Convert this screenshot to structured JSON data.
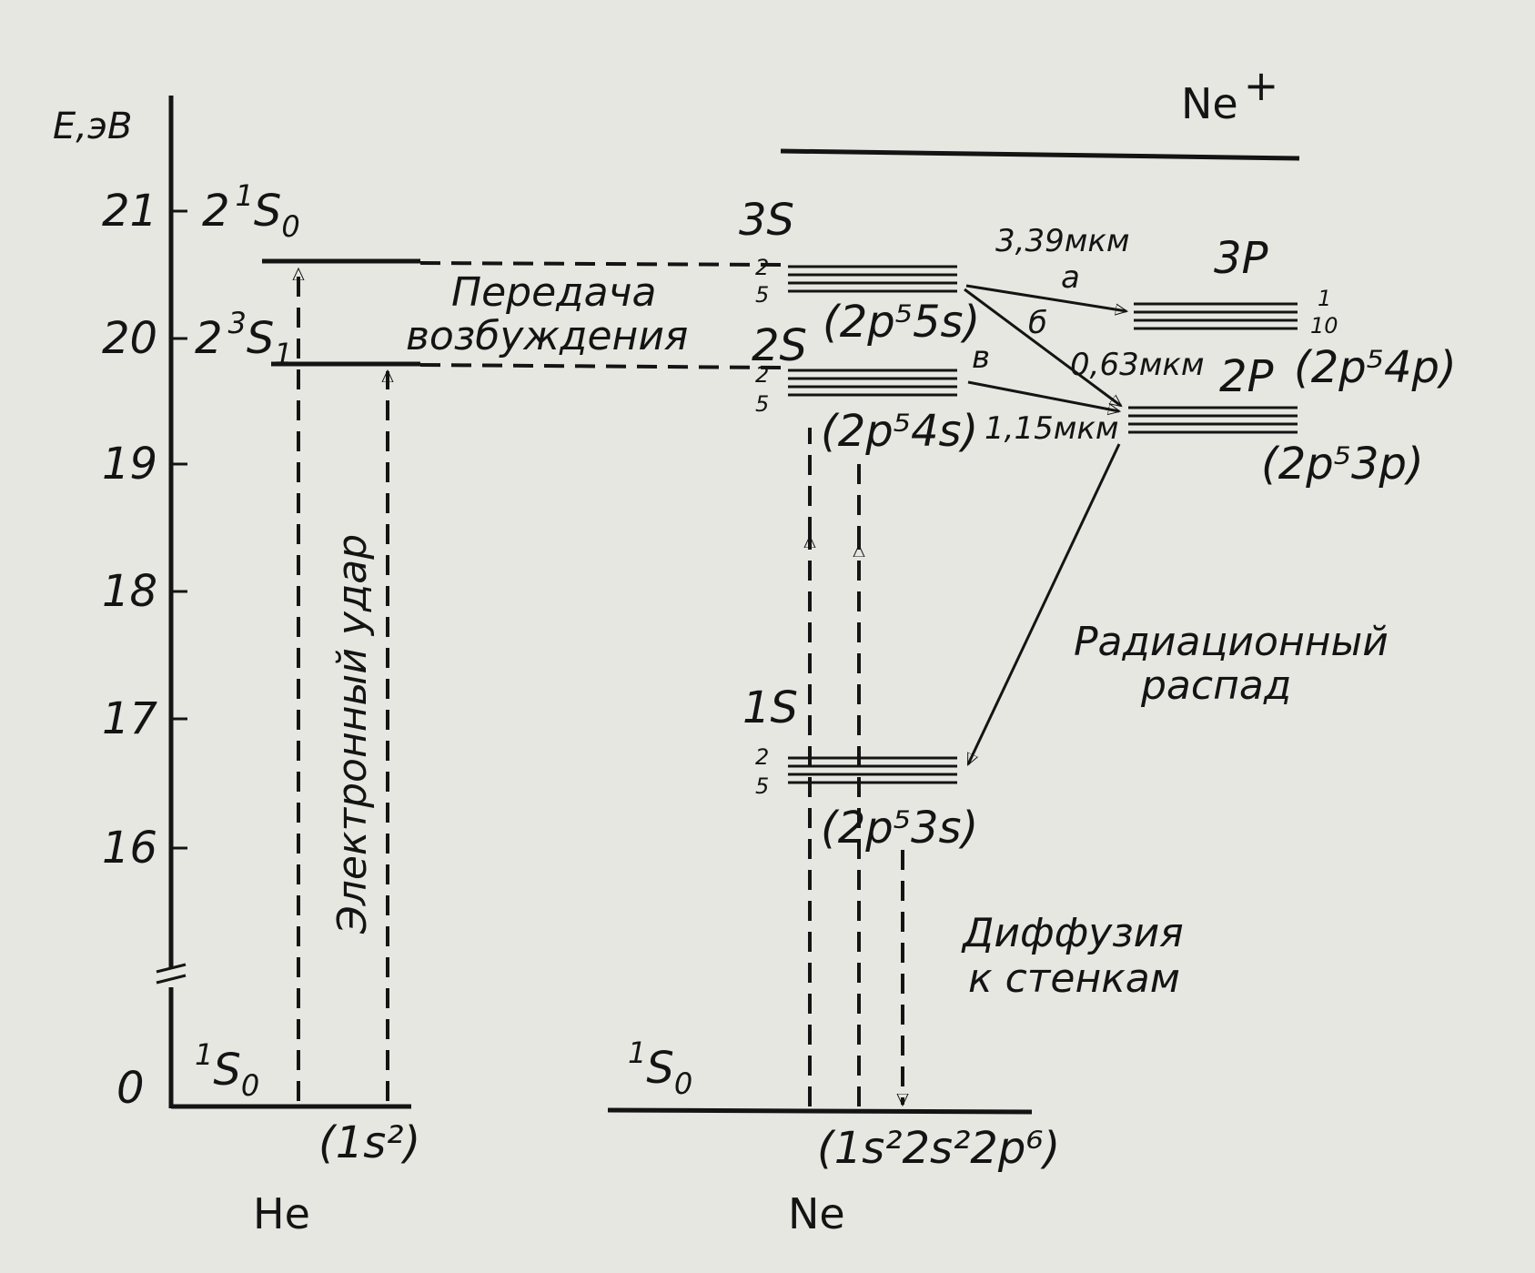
{
  "axis": {
    "label": "E,эВ",
    "ticks": [
      "21",
      "20",
      "19",
      "18",
      "17",
      "16",
      "0"
    ],
    "tick_values": [
      21,
      20,
      19,
      18,
      17,
      16,
      0
    ]
  },
  "he": {
    "name": "He",
    "ground_config": "(1s²)",
    "level_singlet": {
      "n": "2",
      "sup": "1",
      "L": "S",
      "sub": "0"
    },
    "level_triplet": {
      "n": "2",
      "sup": "3",
      "L": "S",
      "sub": "1"
    },
    "ground_term": {
      "sup": "1",
      "L": "S",
      "sub": "0"
    }
  },
  "ne": {
    "name": "Ne",
    "ion": "Ne",
    "ion_charge": "+",
    "ground_config": "(1s²2s²2p⁶)",
    "ground_term": {
      "sup": "1",
      "L": "S",
      "sub": "0"
    },
    "level_3s": {
      "label": "3S",
      "config": "(2p⁵5s)",
      "idx_top": "2",
      "idx_bottom": "5"
    },
    "level_2s": {
      "label": "2S",
      "config": "(2p⁵4s)",
      "idx_top": "2",
      "idx_bottom": "5"
    },
    "level_1s": {
      "label": "1S",
      "config": "(2p⁵3s)",
      "idx_top": "2",
      "idx_bottom": "5"
    },
    "level_3p": {
      "label": "3P",
      "config": "(2p⁵4p)",
      "idx_top": "1",
      "idx_bottom": "10"
    },
    "level_2p": {
      "label": "2P",
      "config": "(2p⁵3p)"
    }
  },
  "annotations": {
    "transfer_line1": "Передача",
    "transfer_line2": "возбуждения",
    "electron_impact": "Электронный удар",
    "radiative_line1": "Радиационный",
    "radiative_line2": "распад",
    "diffusion_line1": "Диффузия",
    "diffusion_line2": "к стенкам"
  },
  "transitions": {
    "a": {
      "letter": "а",
      "wavelength": "3,39мкм"
    },
    "b": {
      "letter": "б",
      "wavelength": "0,63мкм"
    },
    "c": {
      "letter": "в",
      "wavelength": "1,15мкм"
    }
  }
}
